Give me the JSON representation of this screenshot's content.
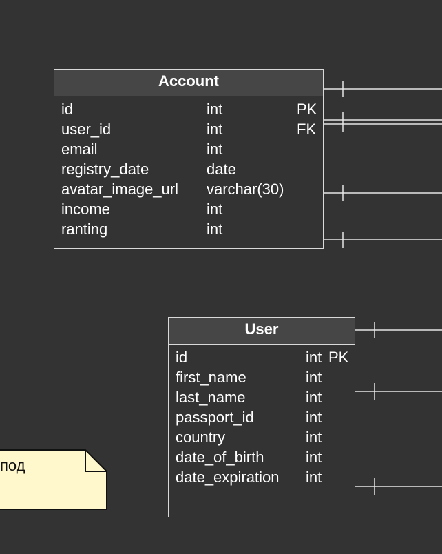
{
  "colors": {
    "background": "#333333",
    "header_fill": "#464646",
    "border": "#d9d9d9",
    "text": "#ffffff",
    "note_fill": "#fff8cc",
    "note_border": "#111111"
  },
  "account": {
    "title": "Account",
    "columns": [
      {
        "name": "id",
        "type": "int",
        "key": "PK"
      },
      {
        "name": "user_id",
        "type": "int",
        "key": "FK"
      },
      {
        "name": "email",
        "type": "int",
        "key": ""
      },
      {
        "name": "registry_date",
        "type": "date",
        "key": ""
      },
      {
        "name": "avatar_image_url",
        "type": "varchar(30)",
        "key": ""
      },
      {
        "name": "income",
        "type": "int",
        "key": ""
      },
      {
        "name": "ranting",
        "type": "int",
        "key": ""
      }
    ]
  },
  "user": {
    "title": "User",
    "columns": [
      {
        "name": "id",
        "type": "int",
        "key": "PK"
      },
      {
        "name": "first_name",
        "type": "int",
        "key": ""
      },
      {
        "name": "last_name",
        "type": "int",
        "key": ""
      },
      {
        "name": "passport_id",
        "type": "int",
        "key": ""
      },
      {
        "name": "country",
        "type": "int",
        "key": ""
      },
      {
        "name": "date_of_birth",
        "type": "int",
        "key": ""
      },
      {
        "name": "date_expiration",
        "type": "int",
        "key": ""
      }
    ]
  },
  "note": {
    "text": "под"
  }
}
